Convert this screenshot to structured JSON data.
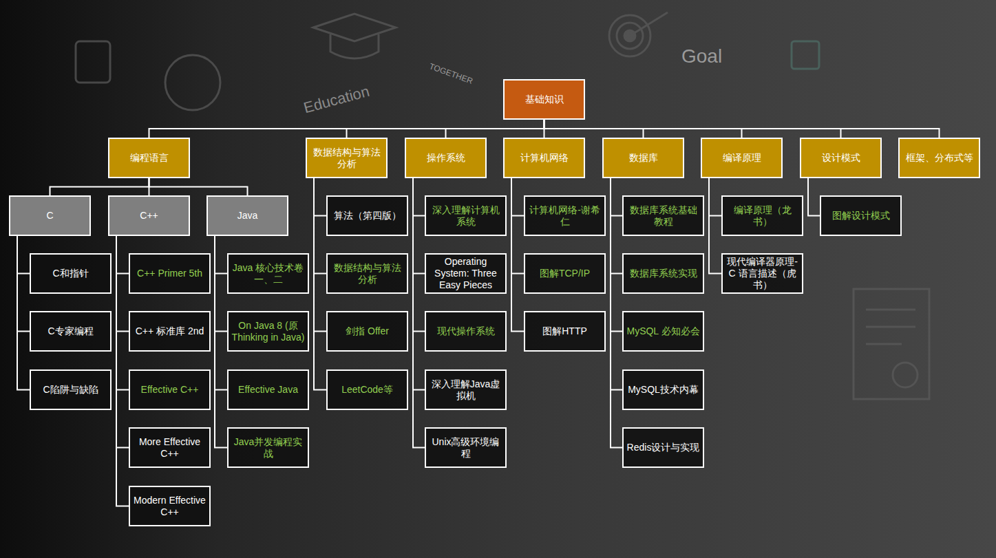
{
  "diagram": {
    "nodes": [
      {
        "text": [
          "基础知识"
        ]
      },
      {
        "text": [
          "编程语言"
        ]
      },
      {
        "text": [
          "数据结构与算法分析"
        ]
      },
      {
        "text": [
          "操作系统"
        ]
      },
      {
        "text": [
          "计算机网络"
        ]
      },
      {
        "text": [
          "数据库"
        ]
      },
      {
        "text": [
          "编译原理"
        ]
      },
      {
        "text": [
          "设计模式"
        ]
      },
      {
        "text": [
          "框架、分布式等"
        ]
      },
      {
        "text": [
          "C"
        ]
      },
      {
        "text": [
          "C++"
        ]
      },
      {
        "text": [
          "Java"
        ]
      },
      {
        "text": [
          "C和指针"
        ]
      },
      {
        "text": [
          "C专家编程"
        ]
      },
      {
        "text": [
          "C陷阱与缺陷"
        ]
      },
      {
        "text": [
          "C++ Primer 5th"
        ]
      },
      {
        "text": [
          "C++ 标准库 2nd"
        ]
      },
      {
        "text": [
          "Effective C++"
        ]
      },
      {
        "text": [
          "More Effective C++"
        ]
      },
      {
        "text": [
          "Modern Effective C++"
        ]
      },
      {
        "text": [
          "Java 核心技术卷一、二"
        ]
      },
      {
        "text": [
          "On Java 8 (原Thinking in Java)"
        ]
      },
      {
        "text": [
          "Effective Java"
        ]
      },
      {
        "text": [
          "Java并发编程实战"
        ]
      },
      {
        "text": [
          "算法（第四版）"
        ]
      },
      {
        "text": [
          "数据结构与算法分析"
        ]
      },
      {
        "text": [
          "剑指 Offer"
        ]
      },
      {
        "text": [
          "LeetCode等"
        ]
      },
      {
        "text": [
          "深入理解计算机系统"
        ]
      },
      {
        "text": [
          "Operating System: Three Easy Pieces"
        ]
      },
      {
        "text": [
          "现代操作系统"
        ]
      },
      {
        "text": [
          "深入理解Java虚拟机"
        ]
      },
      {
        "text": [
          "Unix高级环境编程"
        ]
      },
      {
        "text": [
          "计算机网络-谢希仁"
        ]
      },
      {
        "text": [
          "图解TCP/IP"
        ]
      },
      {
        "text": [
          "图解HTTP"
        ]
      },
      {
        "text": [
          "数据库系统基础教程"
        ]
      },
      {
        "text": [
          "数据库系统实现"
        ]
      },
      {
        "text": [
          "MySQL 必知必会"
        ]
      },
      {
        "text": [
          "MySQL技术内幕"
        ]
      },
      {
        "text": [
          "Redis设计与实现"
        ]
      },
      {
        "text": [
          "编译原理（龙书）"
        ]
      },
      {
        "text": [
          "现代编译器原理-C 语言描述（虎书）"
        ]
      },
      {
        "text": [
          "图解设计模式"
        ]
      }
    ],
    "edges": [
      {
        "from": 0,
        "to": 1,
        "arrow": "none"
      },
      {
        "from": 0,
        "to": 2,
        "arrow": "none"
      },
      {
        "from": 0,
        "to": 3,
        "arrow": "none"
      },
      {
        "from": 0,
        "to": 4,
        "arrow": "none"
      },
      {
        "from": 0,
        "to": 5,
        "arrow": "none"
      },
      {
        "from": 0,
        "to": 6,
        "arrow": "none"
      },
      {
        "from": 0,
        "to": 7,
        "arrow": "none"
      },
      {
        "from": 0,
        "to": 8,
        "arrow": "none"
      },
      {
        "from": 1,
        "to": 9,
        "arrow": "none"
      },
      {
        "from": 1,
        "to": 10,
        "arrow": "none"
      },
      {
        "from": 1,
        "to": 11,
        "arrow": "none"
      },
      {
        "from": 9,
        "to": 12,
        "arrow": "none"
      },
      {
        "from": 9,
        "to": 13,
        "arrow": "none"
      },
      {
        "from": 9,
        "to": 14,
        "arrow": "none"
      },
      {
        "from": 10,
        "to": 15,
        "arrow": "none"
      },
      {
        "from": 10,
        "to": 16,
        "arrow": "none"
      },
      {
        "from": 10,
        "to": 17,
        "arrow": "none"
      },
      {
        "from": 10,
        "to": 18,
        "arrow": "none"
      },
      {
        "from": 10,
        "to": 19,
        "arrow": "none"
      },
      {
        "from": 11,
        "to": 20,
        "arrow": "none"
      },
      {
        "from": 11,
        "to": 21,
        "arrow": "none"
      },
      {
        "from": 11,
        "to": 22,
        "arrow": "none"
      },
      {
        "from": 11,
        "to": 23,
        "arrow": "none"
      },
      {
        "from": 2,
        "to": 24,
        "arrow": "none"
      },
      {
        "from": 2,
        "to": 25,
        "arrow": "none"
      },
      {
        "from": 2,
        "to": 26,
        "arrow": "none"
      },
      {
        "from": 2,
        "to": 27,
        "arrow": "none"
      },
      {
        "from": 3,
        "to": 28,
        "arrow": "none"
      },
      {
        "from": 3,
        "to": 29,
        "arrow": "none"
      },
      {
        "from": 3,
        "to": 30,
        "arrow": "none"
      },
      {
        "from": 3,
        "to": 31,
        "arrow": "none"
      },
      {
        "from": 3,
        "to": 32,
        "arrow": "none"
      },
      {
        "from": 4,
        "to": 33,
        "arrow": "none"
      },
      {
        "from": 4,
        "to": 34,
        "arrow": "none"
      },
      {
        "from": 4,
        "to": 35,
        "arrow": "none"
      },
      {
        "from": 5,
        "to": 36,
        "arrow": "none"
      },
      {
        "from": 5,
        "to": 37,
        "arrow": "none"
      },
      {
        "from": 5,
        "to": 38,
        "arrow": "none"
      },
      {
        "from": 5,
        "to": 39,
        "arrow": "none"
      },
      {
        "from": 5,
        "to": 40,
        "arrow": "none"
      },
      {
        "from": 6,
        "to": 41,
        "arrow": "none"
      },
      {
        "from": 6,
        "to": 42,
        "arrow": "none"
      },
      {
        "from": 7,
        "to": 43,
        "arrow": "none"
      }
    ],
    "labels": [
      "Goal",
      "Education",
      "TOGETHER"
    ]
  }
}
